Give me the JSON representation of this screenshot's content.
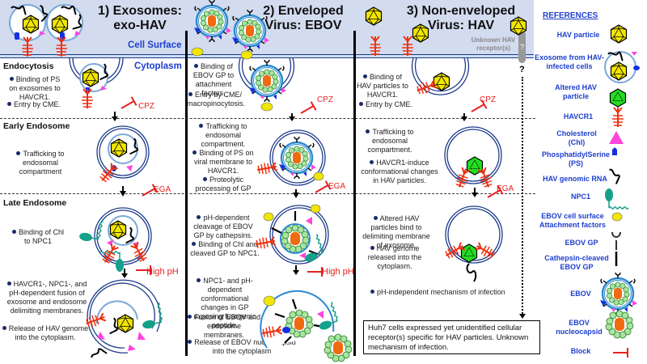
{
  "columns": [
    {
      "title_line1": "1) Exosomes:",
      "title_line2": "exo-HAV"
    },
    {
      "title_line1": "2) Enveloped",
      "title_line2": "Virus: EBOV"
    },
    {
      "title_line1": "3) Non-enveloped",
      "title_line2": "Virus: HAV"
    }
  ],
  "labels": {
    "cell_surface": "Cell Surface",
    "cytoplasm": "Cytoplasm",
    "unknown_receptor": "Unknown HAV receptor(s)",
    "unknown_q": "?",
    "receptor_q": "?"
  },
  "stages": {
    "endocytosis": "Endocytosis",
    "early_endosome": "Early Endosome",
    "late_endosome": "Late Endosome"
  },
  "col1": {
    "endo_b1": "Binding of PS on exosomes to HAVCR1.",
    "endo_b2": "Entry by CME.",
    "early_b1": "Trafficking to endosomal compartment",
    "late_b1": "Binding of Chl to NPC1",
    "fuse_b1": "HAVCR1-, NPC1-, and pH-dependent fusion of exosome and endosome delimiting membranes.",
    "fuse_b2": "Release of HAV genome into the cytoplasm."
  },
  "col2": {
    "endo_b1": "Binding of EBOV GP to attachment factors.",
    "endo_b2": "Entry by CME/ macropinocytosis.",
    "early_b1": "Trafficking to endosomal compartment.",
    "early_b2": "Binding of PS on viral membrane to HAVCR1.",
    "early_b3": "Proteolytic processing of GP",
    "late_b1": "pH-dependent cleavage of EBOV GP by cathepsins.",
    "late_b2": "Binding of Chl and cleaved GP to NPC1.",
    "fuse_b1": "NPC1- and pH-dependent conformational changes in GP exposing fusogenic peptide.",
    "fuse_b2": "Fusion of EBOV and endosome membranes.",
    "fuse_b3": "Release of EBOV nucleocapsid into the cytoplasm"
  },
  "col3": {
    "endo_b1": "Binding of HAV particles to HAVCR1.",
    "endo_b2": "Entry by CME.",
    "early_b1": "Trafficking to endosomal compartment.",
    "early_b2": "HAVCR1-induce conformational changes in HAV particles.",
    "late_b1": "Altered HAV particles bind to delimiting membrane of exosome.",
    "late_b2": "HAV genome released into the cytoplasm.",
    "ph_note": "pH-independent mechanism of infection",
    "box_note": "Huh7 cells expressed yet unidentified cellular receptor(s) specific for HAV particles. Unknown mechanism of infection."
  },
  "blocks": {
    "cpz": "CPZ",
    "ega": "EGA",
    "high_ph": "High pH"
  },
  "references": {
    "heading": "REFERENCES",
    "items": [
      {
        "label": "HAV particle",
        "icon": "hav-particle"
      },
      {
        "label": "Exosome from HAV-infected cells",
        "icon": "exosome"
      },
      {
        "label": "Altered HAV particle",
        "icon": "altered-hav"
      },
      {
        "label": "HAVCR1",
        "icon": "havcr1"
      },
      {
        "label": "Cholesterol (Chl)",
        "icon": "cholesterol"
      },
      {
        "label": "PhosphatidylSerine (PS)",
        "icon": "phosphatidylserine"
      },
      {
        "label": "HAV genomic RNA",
        "icon": "rna"
      },
      {
        "label": "NPC1",
        "icon": "npc1"
      },
      {
        "label": "EBOV cell surface Attachment factors",
        "icon": "attachment-factor"
      },
      {
        "label": "EBOV GP",
        "icon": "ebov-gp"
      },
      {
        "label": "Cathepsin-cleaved EBOV GP",
        "icon": "cleaved-gp"
      },
      {
        "label": "EBOV",
        "icon": "ebov"
      },
      {
        "label": "EBOV nucleocapsid",
        "icon": "nucleocapsid"
      },
      {
        "label": "Block",
        "icon": "block"
      }
    ]
  },
  "colors": {
    "title_blue": "#1d3fcf",
    "surface": "#d3dbef",
    "block_red": "#e82020",
    "hav_yellow": "#f2e600",
    "altered_green": "#22dd22",
    "chl_magenta": "#ff44dd",
    "ps_blue": "#1530e0",
    "npc1_teal": "#14a08a",
    "ebov_orange": "#f06a10",
    "capsomer_green": "#a8e6a0"
  }
}
